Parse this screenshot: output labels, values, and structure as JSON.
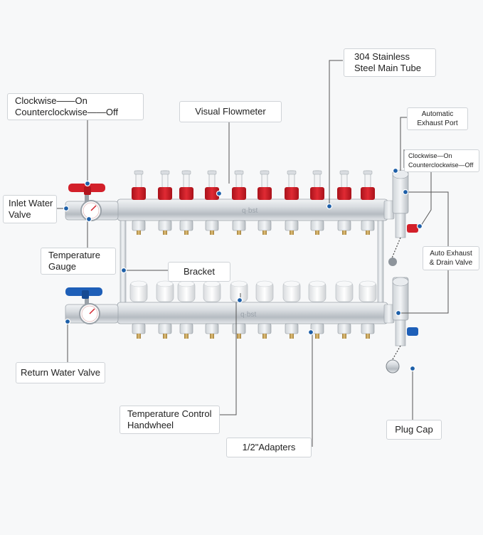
{
  "labels": {
    "main_tube": [
      "304 Stainless",
      "Steel Main Tube"
    ],
    "ball_valve_rotation": [
      "Clockwise——On",
      "Counterclockwise——Off"
    ],
    "flowmeter": "Visual Flowmeter",
    "exhaust_port": [
      "Automatic",
      "Exhaust Port"
    ],
    "exhaust_rotation": [
      "Clockwise—On",
      "Counterclockwise—Off"
    ],
    "inlet_valve": [
      "Inlet Water",
      "Valve"
    ],
    "temp_gauge": [
      "Temperature",
      "Gauge"
    ],
    "auto_exhaust_drain": [
      "Auto Exhaust",
      "& Drain Valve"
    ],
    "bracket": "Bracket",
    "return_valve": "Return Water Valve",
    "temp_handwheel": [
      "Temperature Control",
      "Handwheel"
    ],
    "plug_cap": "Plug Cap",
    "adapters": "1/2\"Adapters"
  },
  "pipe_brand": "q·bst",
  "colors": {
    "red_valve": "#d3202a",
    "blue_valve": "#1e5fb8",
    "steel": "#c8ccd0",
    "brass": "#c9a45a",
    "leader_line": "#555555",
    "dot": "#1d5fa8"
  },
  "icons": {
    "flowmeter": "red-flowmeter-icon",
    "handwheel": "white-handwheel-icon",
    "adapter": "compression-adapter-icon"
  }
}
